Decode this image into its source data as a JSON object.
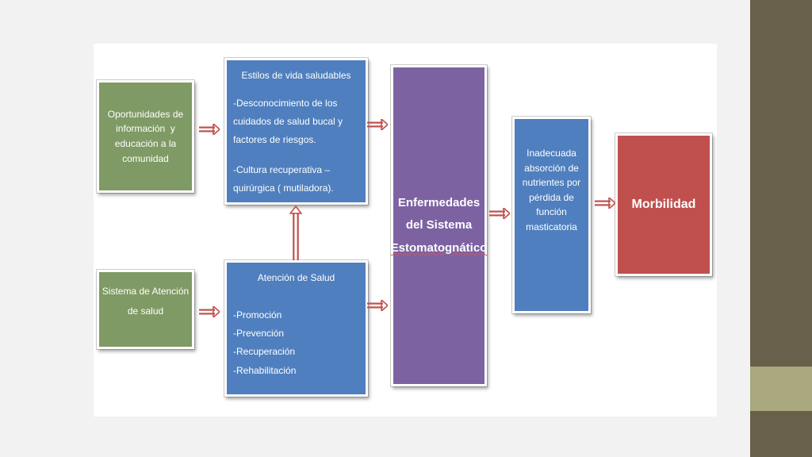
{
  "boxes": {
    "oportunidades": {
      "lines": [
        "Oportunidades de",
        "información  y",
        "educación a la",
        "comunidad"
      ]
    },
    "sistema_atencion": {
      "lines": [
        "Sistema de Atención",
        "de salud"
      ]
    },
    "estilos": {
      "title": "Estilos de vida saludables",
      "items": [
        "-Desconocimiento de los cuidados de salud bucal y factores de riesgos.",
        "-Cultura recuperativa – quirúrgica ( mutiladora)."
      ]
    },
    "atencion_salud": {
      "title": "Atención de Salud",
      "items": [
        "-Promoción",
        "-Prevención",
        "-Recuperación",
        "-Rehabilitación"
      ]
    },
    "enfermedades": {
      "lines": [
        "Enfermedades",
        "del Sistema",
        "Estomatognático"
      ]
    },
    "inadecuada": {
      "lines": [
        "Inadecuada",
        "absorción de",
        "nutrientes por",
        "pérdida de",
        "función",
        "masticatoria"
      ]
    },
    "morbilidad": {
      "label": "Morbilidad"
    }
  },
  "colors": {
    "green": "#7f9a64",
    "blue": "#4f7fbe",
    "purple": "#7d62a2",
    "red": "#c0504d",
    "arrow": "#c0504d",
    "sidebar": "#68604a",
    "sidebar_accent": "#a9a87e"
  }
}
